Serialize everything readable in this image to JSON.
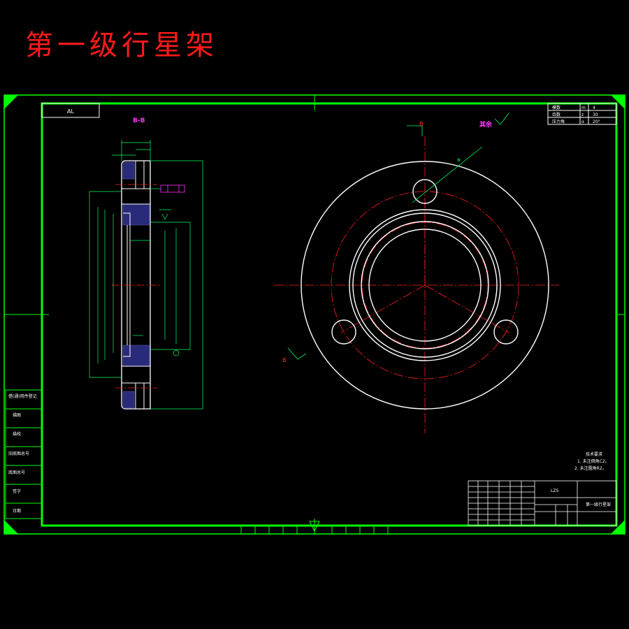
{
  "drawing": {
    "title": "第一级行星架",
    "section_label": "B-B",
    "stamp_label": "AL",
    "surface_note": "其余",
    "section_mark_top": "B",
    "section_mark_bottom": "B",
    "center_label": "Φ",
    "drawing_code": "LZS",
    "part_name": "第一级行星架",
    "notes": [
      "技术要求",
      "1. 未注倒角C2。",
      "2. 未注圆角R2。"
    ]
  },
  "params_table": [
    [
      "模数",
      "m",
      "4"
    ],
    [
      "齿数",
      "z",
      "30"
    ],
    [
      "压力角",
      "α",
      "20°"
    ]
  ],
  "left_strip_labels": [
    "借(通)用件登记",
    "描图",
    "描校",
    "旧底图总号",
    "底图总号",
    "签字",
    "日期"
  ],
  "colors": {
    "frame": "#00ff00",
    "outline": "#ffffff",
    "center": "#ff2020",
    "dimension": "#00ff66",
    "annotation": "#ff33ff",
    "title": "#ff1a1a"
  }
}
